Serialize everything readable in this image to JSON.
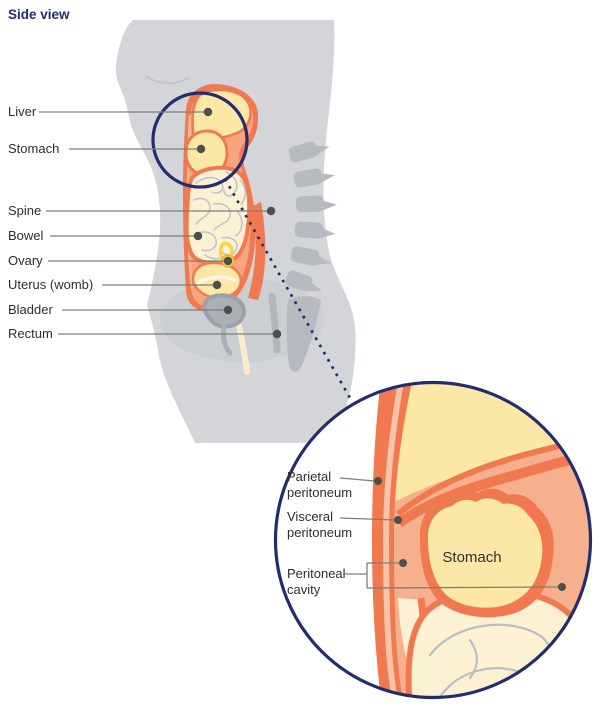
{
  "title": "Side view",
  "figure": {
    "labels": [
      {
        "text": "Liver"
      },
      {
        "text": "Stomach"
      },
      {
        "text": "Spine"
      },
      {
        "text": "Bowel"
      },
      {
        "text": "Ovary"
      },
      {
        "text": "Uterus (womb)"
      },
      {
        "text": "Bladder"
      },
      {
        "text": "Rectum"
      }
    ]
  },
  "inset": {
    "labels": {
      "parietal": {
        "line1": "Parietal",
        "line2": "peritoneum"
      },
      "visceral": {
        "line1": "Visceral",
        "line2": "peritoneum"
      },
      "cavity": {
        "line1": "Peritoneal",
        "line2": "cavity"
      }
    },
    "stomach_label": "Stomach"
  },
  "colors": {
    "navy": "#232d6e",
    "orange": "#f1794f",
    "salmon": "#f5a67f",
    "salmon_light": "#f9c3a7",
    "organ_yellow": "#fbe8a6",
    "bowel_cream": "#fcf1d2",
    "ovary_yellow": "#f6d349",
    "body_gray": "#d3d5d8",
    "bone_gray": "#b7bbc1",
    "bladder_gray": "#abafb6",
    "label_text": "#2e2e2e",
    "leader_line": "#7d7d7d",
    "leader_dot": "#4e4e4e"
  }
}
